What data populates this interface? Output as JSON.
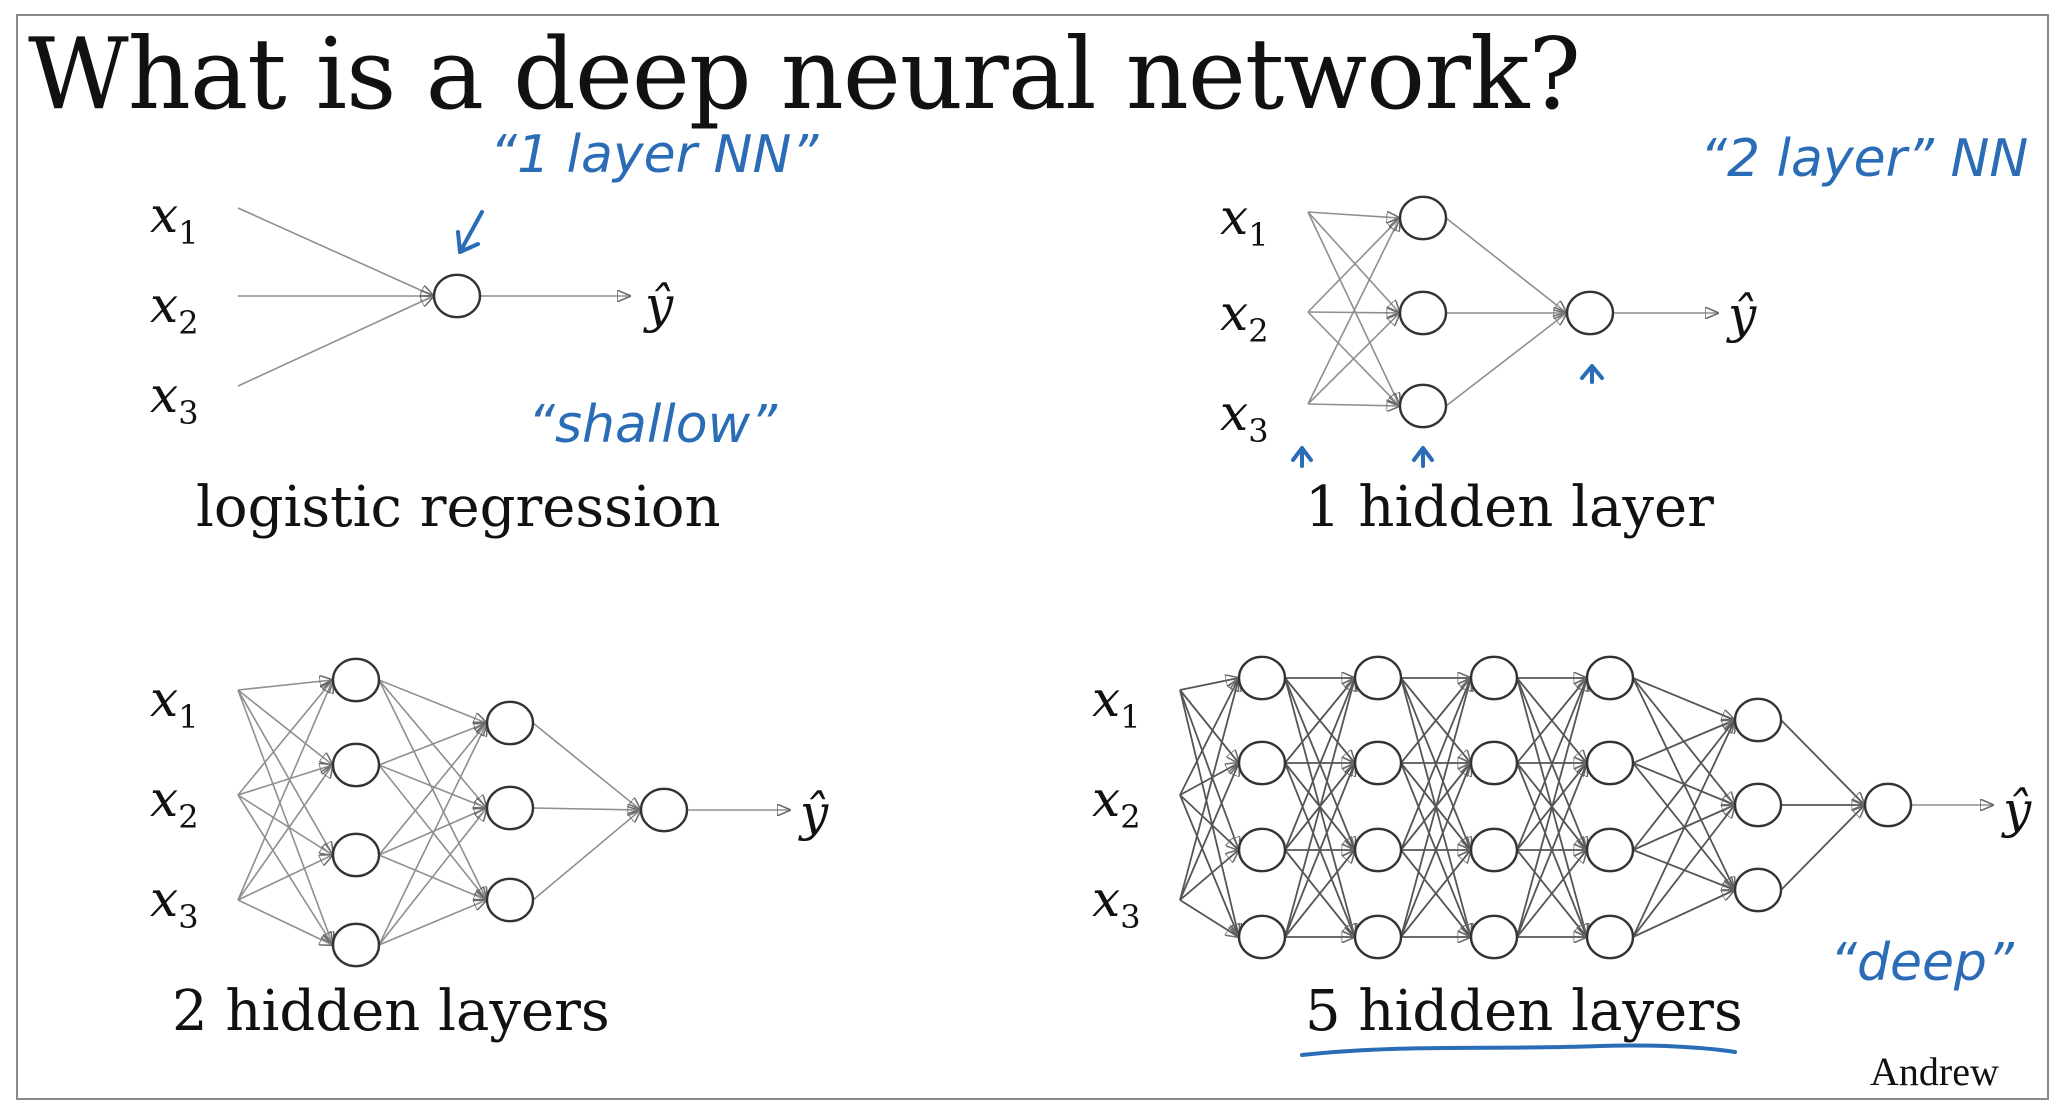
{
  "title": "What is a deep neural network?",
  "credit": "Andrew",
  "captions": {
    "logistic": "logistic regression",
    "one_hidden": "1 hidden layer",
    "two_hidden": "2 hidden layers",
    "five_hidden": "5 hidden layers"
  },
  "annotations": {
    "one_layer_nn": "“1 layer NN”",
    "two_layer_nn": "“2 layer” NN",
    "shallow": "“shallow”",
    "deep": "“deep”"
  },
  "inputs": [
    {
      "symbol": "x",
      "sub": "1"
    },
    {
      "symbol": "x",
      "sub": "2"
    },
    {
      "symbol": "x",
      "sub": "3"
    }
  ],
  "output_symbol": "ŷ",
  "colors": {
    "ink": "#111111",
    "edges": "#8f8f8f",
    "handwriting": "#2b6cb6",
    "border": "#8a8a8a"
  }
}
